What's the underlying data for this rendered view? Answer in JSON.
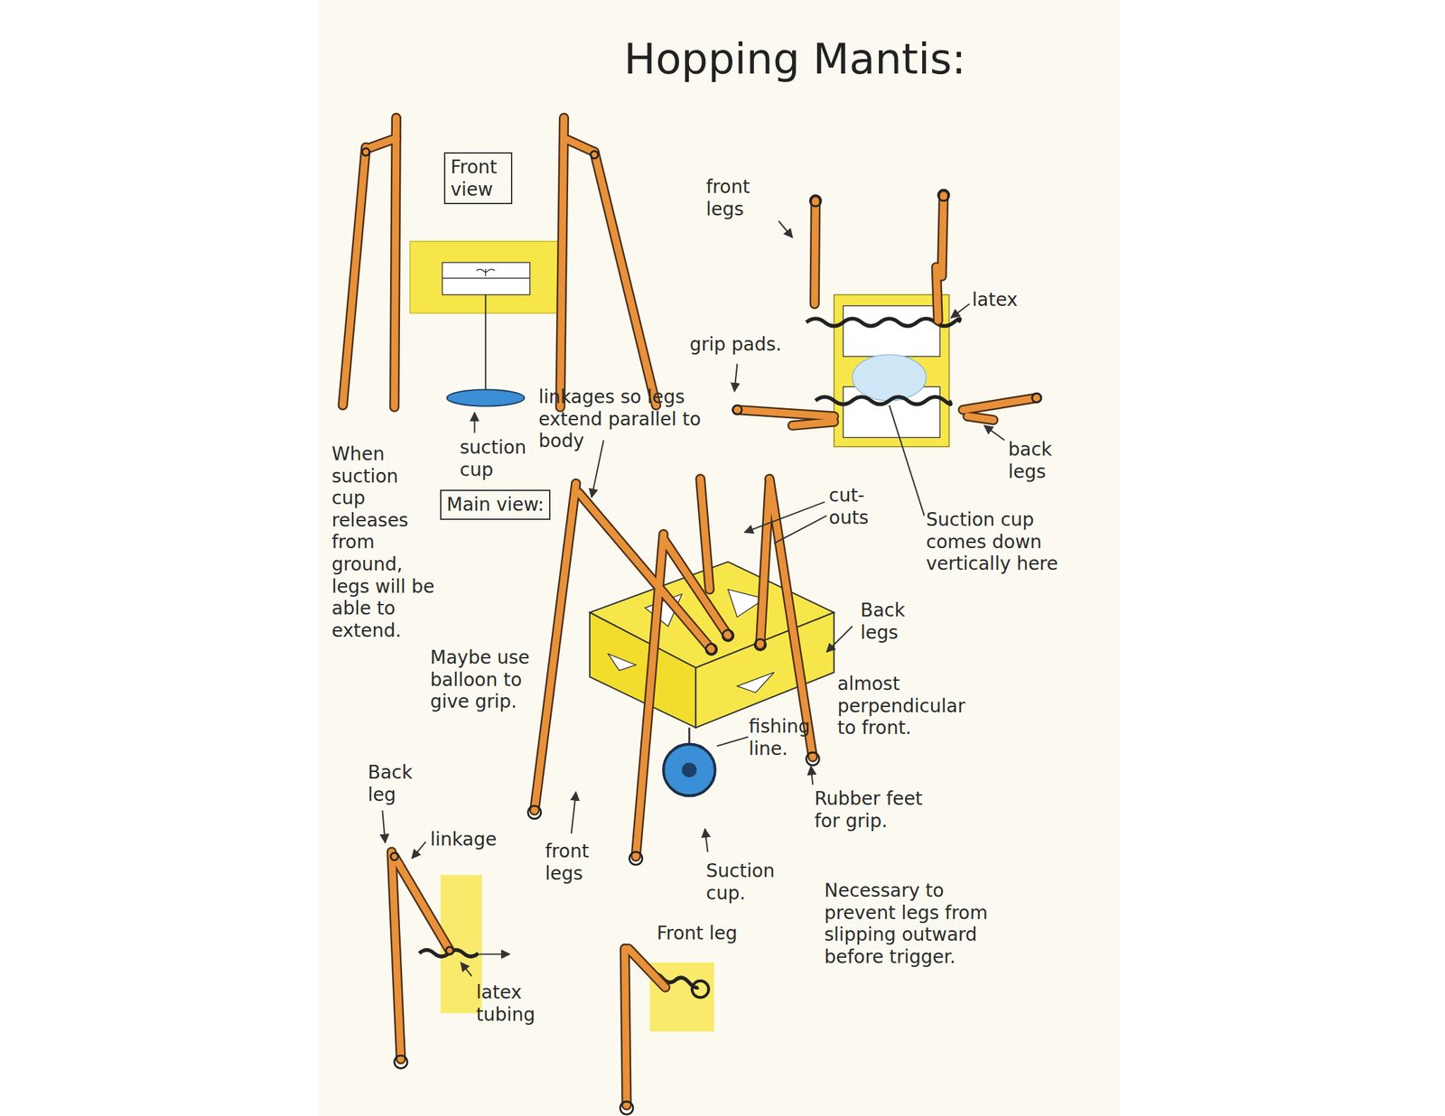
{
  "diagram": {
    "title": "Hopping Mantis:",
    "nodes": [
      {
        "text": [
          "Front view"
        ]
      },
      {
        "text": [
          "Main view:"
        ]
      }
    ],
    "labels": [
      "front legs",
      "latex",
      "grip pads.",
      "back legs",
      "Suction cup comes down vertically here",
      "linkages so legs extend parallel to body",
      "suction cup",
      "When suction cup releases from ground, legs will be able to extend.",
      "cut-outs",
      "Back legs",
      "almost perpendicular to front.",
      "Maybe use balloon to give grip.",
      "fishing line.",
      "Rubber feet for grip.",
      "Necessary to prevent legs from slipping outward before trigger.",
      "front legs",
      "Suction cup.",
      "Back leg",
      "linkage",
      "latex tubing",
      "Front leg"
    ]
  }
}
